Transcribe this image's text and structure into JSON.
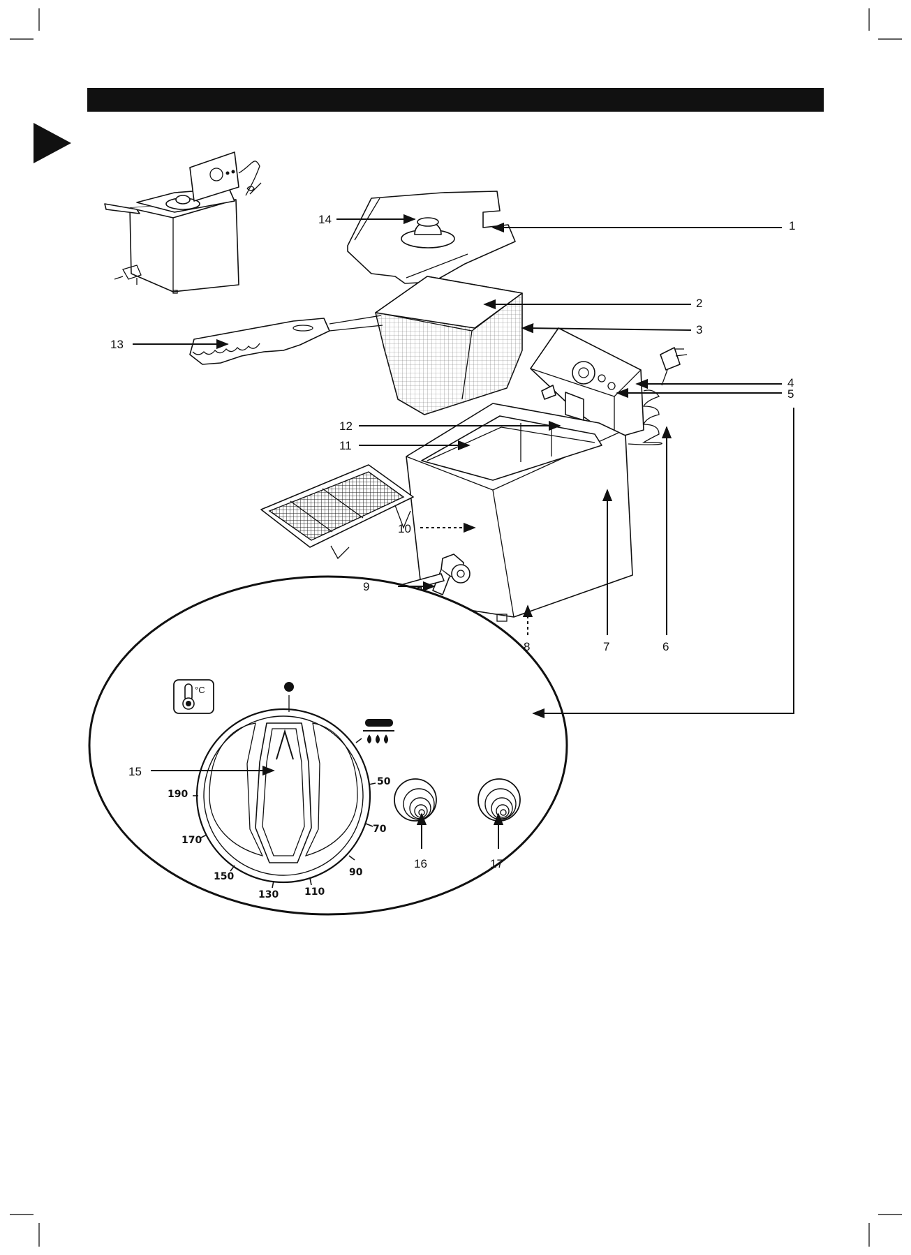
{
  "labels": {
    "n1": "1",
    "n2": "2",
    "n3": "3",
    "n4": "4",
    "n5": "5",
    "n6": "6",
    "n7": "7",
    "n8": "8",
    "n9": "9",
    "n10": "10",
    "n11": "11",
    "n12": "12",
    "n13": "13",
    "n14": "14",
    "n15": "15",
    "n16": "16",
    "n17": "17"
  },
  "dial": {
    "scale": [
      "190",
      "170",
      "150",
      "130",
      "110",
      "90",
      "70",
      "50"
    ],
    "unit": "°C"
  },
  "colors": {
    "ink": "#111111",
    "background": "#ffffff",
    "bar": "#111111"
  }
}
